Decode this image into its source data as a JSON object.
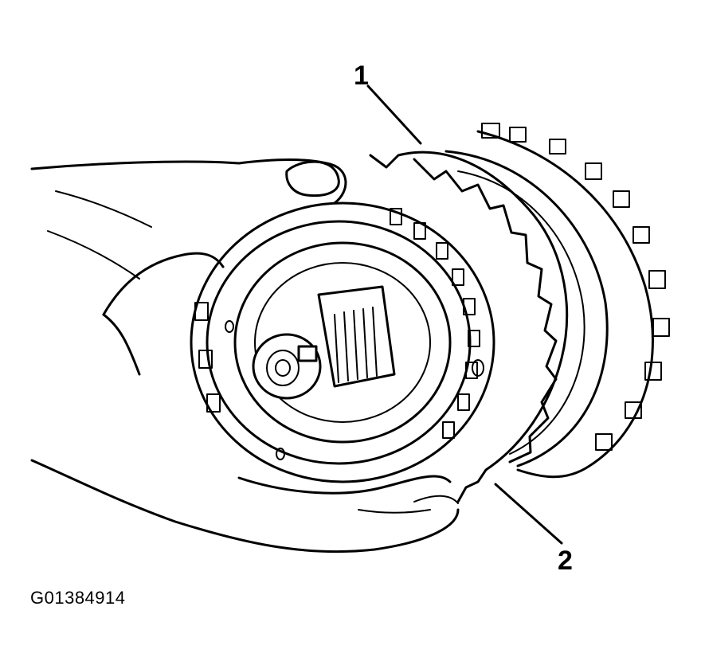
{
  "callouts": [
    {
      "id": "1",
      "label": "1"
    },
    {
      "id": "2",
      "label": "2"
    }
  ],
  "figure_id": "G01384914",
  "icons": [
    "hand-illustration",
    "clutch-housing-illustration",
    "clutch-plate-illustration"
  ]
}
